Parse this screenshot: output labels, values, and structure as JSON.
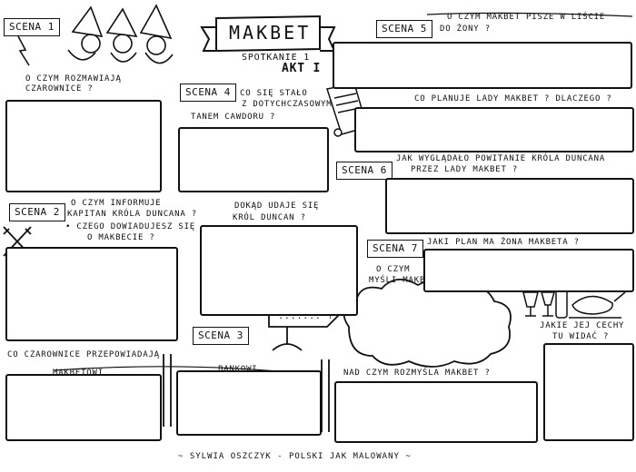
{
  "title": "MAKBET",
  "subtitle": "SPOTKANIE 1",
  "act": "AKT I",
  "scenes": {
    "s1": "SCENA 1",
    "s2": "SCENA 2",
    "s3": "SCENA 3",
    "s4": "SCENA 4",
    "s5": "SCENA 5",
    "s6": "SCENA 6",
    "s7": "SCENA 7"
  },
  "questions": {
    "witches_talk": "O CZYM ROZMAWIAJĄ CZAROWNICE ?",
    "captain_line1": "O CZYM INFORMUJE",
    "captain_line2": "KAPITAN KRÓLA DUNCANA ?",
    "captain_line3": "• CZEGO DOWIADUJESZ SIĘ",
    "captain_line4": "O MAKBECIE ?",
    "cawdor_line1": "CO SIĘ STAŁO",
    "cawdor_line2": "Z DOTYCHCZASOWYM",
    "cawdor_line3": "TANEM CAWDORU ?",
    "duncan_line1": "DOKĄD UDAJE SIĘ",
    "duncan_line2": "KRÓL DUNCAN ?",
    "letter_line1": "O CZYM MAKBET PISZE W LIŚCIE",
    "letter_line2": "DO ŻONY ?",
    "lady_plan": "CO PLANUJE LADY MAKBET ? DLACZEGO ?",
    "greeting_line1": "JAK WYGLĄDAŁO POWITANIE KRÓLA DUNCANA",
    "greeting_line2": "PRZEZ LADY MAKBET ?",
    "wife_plan": "JAKI PLAN MA ŻONA MAKBETA ?",
    "thinks_line1": "O CZYM",
    "thinks_line2": "MYŚLI MAKBET ?",
    "traits_line1": "JAKIE JEJ CECHY",
    "traits_line2": "TU WIDAĆ ?",
    "prophecy": "CO CZAROWNICE PRZEPOWIADAJĄ",
    "macbeth_label": "MAKBETOWI",
    "banquo_label": "BANKOWI",
    "ponders": "NAD CZYM ROZMYŚLA MAKBET ?"
  },
  "signpost": "....... ?",
  "footer": "~ SYLWIA OSZCZYK - POLSKI JAK MALOWANY ~",
  "colors": {
    "ink": "#111111",
    "paper": "#ffffff"
  }
}
